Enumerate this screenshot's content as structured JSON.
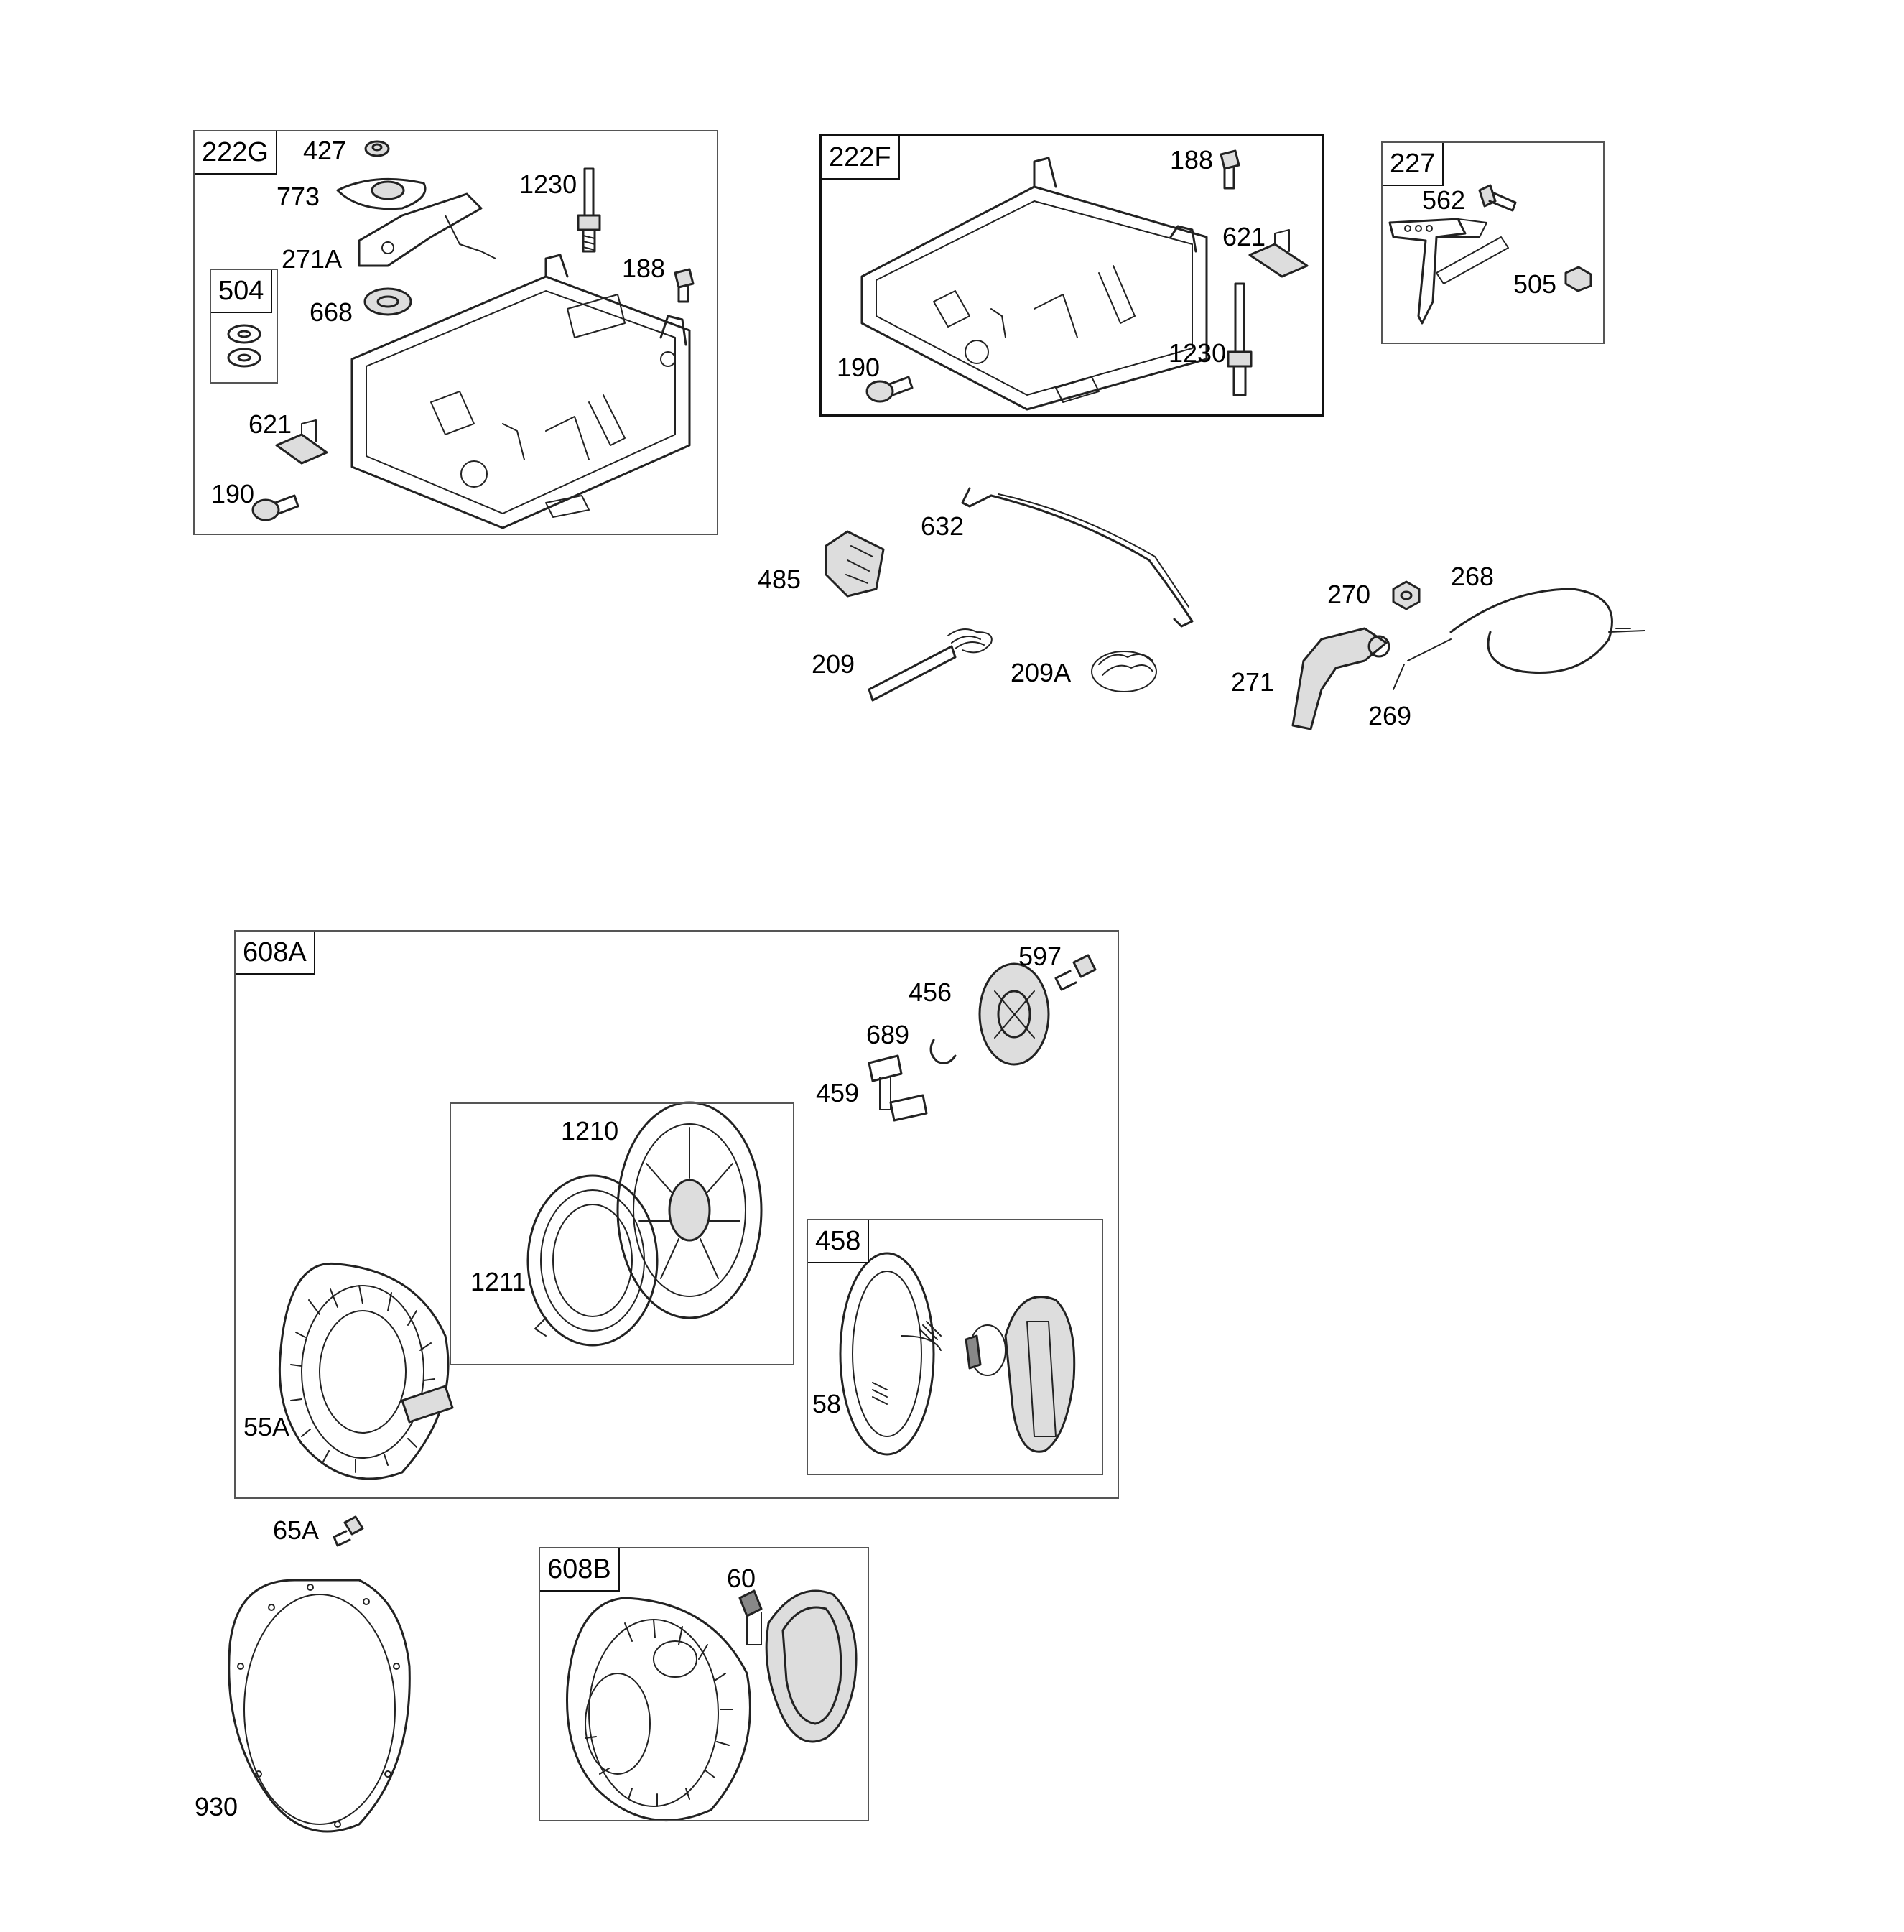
{
  "diagram": {
    "title": "",
    "groups": {
      "g222G": "222G",
      "g504": "504",
      "g222F": "222F",
      "g227": "227",
      "g608A": "608A",
      "g458": "458",
      "g608B": "608B"
    },
    "labels": {
      "p427": "427",
      "p773": "773",
      "p1230a": "1230",
      "p271A": "271A",
      "p188a": "188",
      "p668": "668",
      "p621a": "621",
      "p190a": "190",
      "p188b": "188",
      "p621b": "621",
      "p1230b": "1230",
      "p190b": "190",
      "p562": "562",
      "p505": "505",
      "p632": "632",
      "p485": "485",
      "p209": "209",
      "p209A": "209A",
      "p270": "270",
      "p268": "268",
      "p271": "271",
      "p269": "269",
      "p597": "597",
      "p456": "456",
      "p689": "689",
      "p459": "459",
      "p1210": "1210",
      "p1211": "1211",
      "p58": "58",
      "p55A": "55A",
      "p65A": "65A",
      "p60": "60",
      "p930": "930"
    }
  }
}
